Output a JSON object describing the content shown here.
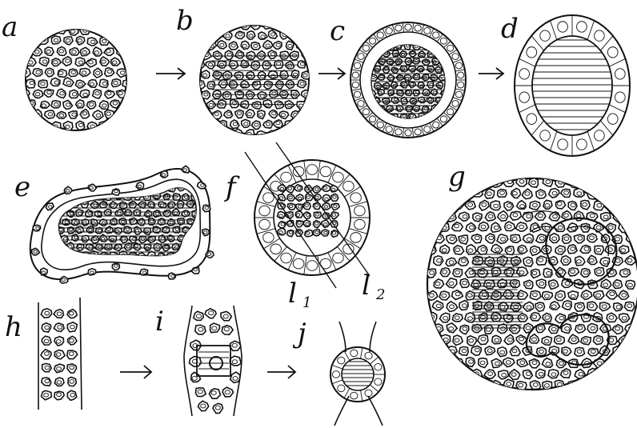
{
  "labels": {
    "a": "a",
    "b": "b",
    "c": "c",
    "d": "d",
    "e": "e",
    "f": "f",
    "g": "g",
    "h": "h",
    "i": "i",
    "j": "j",
    "l1": "l",
    "l1_sub": "1",
    "l2": "l",
    "l2_sub": "2"
  },
  "colors": {
    "ink": "#111111",
    "paper": "#ffffff"
  },
  "icons": {
    "arrow": "right-arrow-icon"
  }
}
